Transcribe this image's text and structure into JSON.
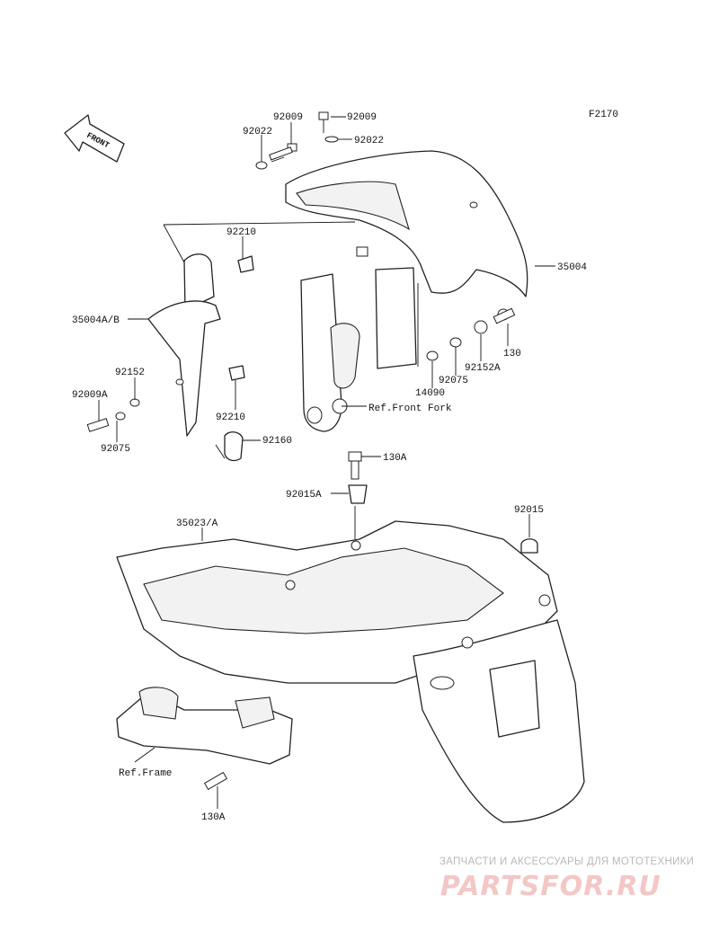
{
  "figure_code": "F2170",
  "front_arrow_label": "FRONT",
  "callouts": {
    "c92009_bolt_left": "92009",
    "c92009_bolt_right": "92009",
    "c92022_left": "92022",
    "c92022_right": "92022",
    "c35004": "35004",
    "c92210_top": "92210",
    "c35004ab": "35004A/B",
    "c92152": "92152",
    "c92009a": "92009A",
    "c92075_left": "92075",
    "c92210_bottom": "92210",
    "c92160": "92160",
    "c130": "130",
    "c92152a": "92152A",
    "c92075_right": "92075",
    "c14090": "14090",
    "ref_front_fork": "Ref.Front Fork",
    "c130a_top": "130A",
    "c92015a": "92015A",
    "c92015": "92015",
    "c35023a": "35023/A",
    "ref_frame": "Ref.Frame",
    "c130a_bottom": "130A"
  },
  "watermark": {
    "tagline": "ЗАПЧАСТИ И АКСЕССУАРЫ ДЛЯ МОТОТЕХНИКИ",
    "logo": "PARTSFOR.RU"
  },
  "colors": {
    "line": "#222222",
    "watermark_logo": "#f4c7c7",
    "watermark_text": "#b9b9b9"
  }
}
